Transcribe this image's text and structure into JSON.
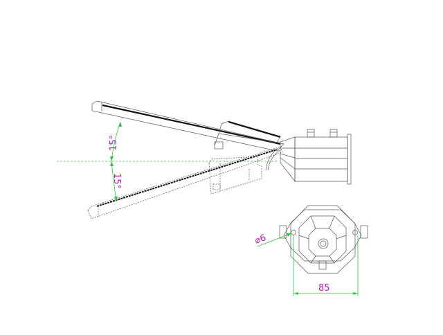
{
  "drawing": {
    "title": "",
    "dimensions": {
      "angle_upper": "15°",
      "angle_lower": "15°",
      "hole_diameter": "⌀6",
      "mount_width": "85"
    },
    "colors": {
      "dimension_text": "#b01cb8",
      "dimension_lines": "#33c24a",
      "geometry": "#555555"
    }
  }
}
